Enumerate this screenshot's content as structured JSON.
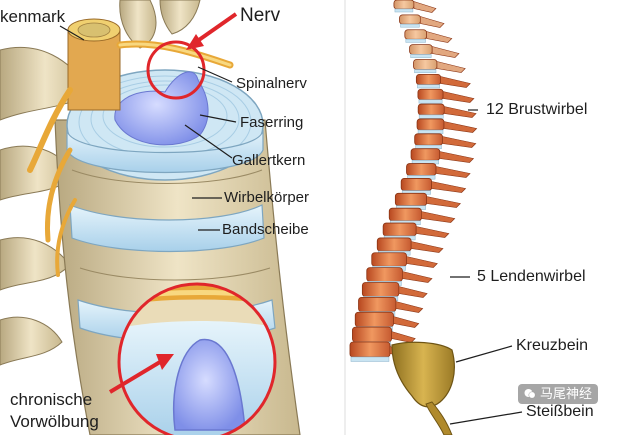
{
  "left_panel": {
    "labels": {
      "spinal_cord": "kenmark",
      "nerve": "Nerv",
      "spinal_nerve": "Spinalnerv",
      "fibrous_ring": "Faserring",
      "gel_core": "Gallertkern",
      "vertebral_body": "Wirbelkörper",
      "disc": "Bandscheibe",
      "bulge_line1": "chronische",
      "bulge_line2": "Vorwölbung"
    }
  },
  "right_panel": {
    "labels": {
      "thoracic": "12 Brustwirbel",
      "lumbar": "5 Lendenwirbel",
      "sacrum": "Kreuzbein",
      "coccyx": "Steißbein"
    },
    "watermark": "马尾神经"
  },
  "colors": {
    "bone": "#eadcb8",
    "disc": "#bfe0f2",
    "nucleus": "#8f9bee",
    "nerve": "#f0b848",
    "spinal_cord": "#e8c060",
    "arrow": "#e0262b",
    "vertebra_red": "#e07a48",
    "sacrum": "#c8a040"
  },
  "icons": [
    "wechat-icon"
  ]
}
